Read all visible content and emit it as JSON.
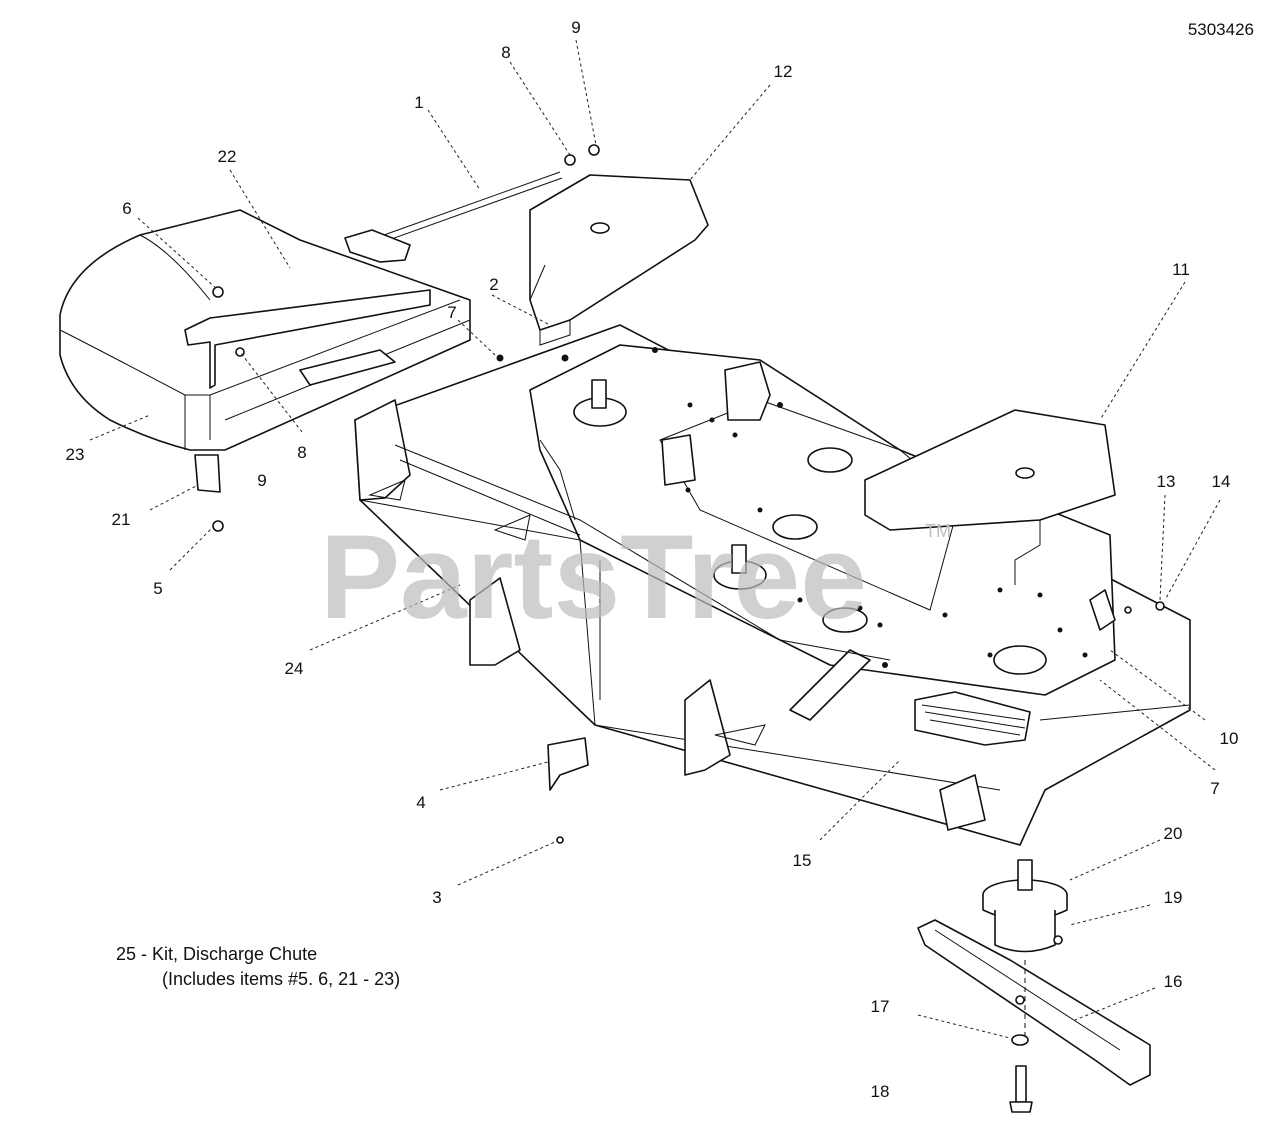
{
  "drawing_number": "5303426",
  "watermark": {
    "text": "PartsTree",
    "trademark": "TM"
  },
  "note": {
    "line1": "25 - Kit, Discharge Chute",
    "line2": "(Includes items #5. 6, 21 - 23)"
  },
  "callouts": [
    "9",
    "8",
    "12",
    "1",
    "22",
    "6",
    "2",
    "7",
    "11",
    "23",
    "8",
    "9",
    "21",
    "5",
    "13",
    "14",
    "24",
    "10",
    "7",
    "4",
    "15",
    "20",
    "3",
    "19",
    "16",
    "17",
    "18"
  ]
}
